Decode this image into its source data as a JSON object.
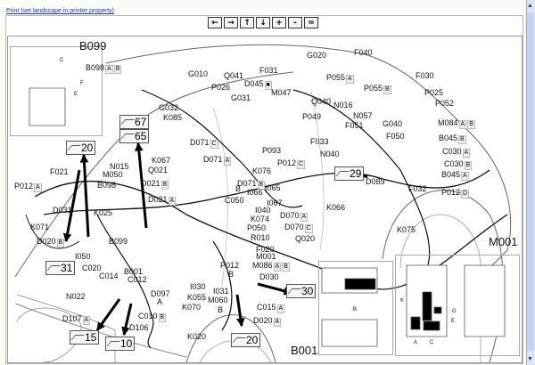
{
  "print_link": "Print (set landscape in printer property)",
  "toolbar": [
    {
      "name": "pan-left",
      "label": "←"
    },
    {
      "name": "pan-right",
      "label": "→"
    },
    {
      "name": "pan-up",
      "label": "↑"
    },
    {
      "name": "pan-down",
      "label": "↓"
    },
    {
      "name": "zoom-in",
      "label": "+"
    },
    {
      "name": "zoom-out",
      "label": "-"
    },
    {
      "name": "fit",
      "label": "="
    }
  ],
  "insets": {
    "b099": "B099",
    "b001": "B001",
    "m001": "M001",
    "b099_pins": [
      "C",
      "F",
      "E"
    ],
    "b001_pin": "B",
    "m001_pins": [
      "K",
      "G",
      "E",
      "A",
      "C"
    ]
  },
  "refs": [
    "67",
    "65",
    "20",
    "29",
    "31",
    "30",
    "15",
    "10",
    "20"
  ],
  "labels": [
    {
      "t": "B098",
      "s": [
        "A",
        "B"
      ]
    },
    {
      "t": "G010"
    },
    {
      "t": "Q041"
    },
    {
      "t": "F031"
    },
    {
      "t": "P026"
    },
    {
      "t": "D045",
      "s": [
        "■"
      ]
    },
    {
      "t": "G031"
    },
    {
      "t": "G032"
    },
    {
      "t": "K085"
    },
    {
      "t": "D071",
      "s": [
        "C"
      ]
    },
    {
      "t": "D071",
      "s": [
        "A"
      ]
    },
    {
      "t": "K067"
    },
    {
      "t": "N015"
    },
    {
      "t": "Q021"
    },
    {
      "t": "M050"
    },
    {
      "t": "F021"
    },
    {
      "t": "K076"
    },
    {
      "t": "P012",
      "s": [
        "A"
      ]
    },
    {
      "t": "B098"
    },
    {
      "t": "D021",
      "s": [
        "B"
      ]
    },
    {
      "t": "D071",
      "s": [
        "B"
      ]
    },
    {
      "t": "D021",
      "s": [
        "A"
      ]
    },
    {
      "t": "C050"
    },
    {
      "t": "I066"
    },
    {
      "t": "G020"
    },
    {
      "t": "F040"
    },
    {
      "t": "P055",
      "s": [
        "A"
      ]
    },
    {
      "t": "F030"
    },
    {
      "t": "P055",
      "s": [
        "B"
      ]
    },
    {
      "t": "P025"
    },
    {
      "t": "Q040"
    },
    {
      "t": "N016"
    },
    {
      "t": "P052"
    },
    {
      "t": "N057"
    },
    {
      "t": "P049"
    },
    {
      "t": "M047"
    },
    {
      "t": "G040"
    },
    {
      "t": "M084",
      "s": [
        "A",
        "B"
      ]
    },
    {
      "t": "F051"
    },
    {
      "t": "F050"
    },
    {
      "t": "B045",
      "s": [
        "B"
      ]
    },
    {
      "t": "F033"
    },
    {
      "t": "C030",
      "s": [
        "A"
      ]
    },
    {
      "t": "N040"
    },
    {
      "t": "P012",
      "s": [
        "C"
      ]
    },
    {
      "t": "C030",
      "s": [
        "B"
      ]
    },
    {
      "t": "D089"
    },
    {
      "t": "B045",
      "s": [
        "A"
      ]
    },
    {
      "t": "F032"
    },
    {
      "t": "P012",
      "s": [
        "D"
      ]
    },
    {
      "t": "P093"
    },
    {
      "t": "I065"
    },
    {
      "t": "I067"
    },
    {
      "t": "I040"
    },
    {
      "t": "K074"
    },
    {
      "t": "P050"
    },
    {
      "t": "D070",
      "s": [
        "A"
      ]
    },
    {
      "t": "D070",
      "s": [
        "C"
      ]
    },
    {
      "t": "K066"
    },
    {
      "t": "Q020"
    },
    {
      "t": "R010"
    },
    {
      "t": "F020"
    },
    {
      "t": "M001"
    },
    {
      "t": "M086",
      "s": [
        "A",
        "B"
      ]
    },
    {
      "t": "P012"
    },
    {
      "t": "D030"
    },
    {
      "t": "K075"
    },
    {
      "t": "D031"
    },
    {
      "t": "K025"
    },
    {
      "t": "K071"
    },
    {
      "t": "D020",
      "s": [
        "B"
      ]
    },
    {
      "t": "B099"
    },
    {
      "t": "I050"
    },
    {
      "t": "C020"
    },
    {
      "t": "C014"
    },
    {
      "t": "B001"
    },
    {
      "t": "C012"
    },
    {
      "t": "N022"
    },
    {
      "t": "D097"
    },
    {
      "t": "I030"
    },
    {
      "t": "K055"
    },
    {
      "t": "I031"
    },
    {
      "t": "M060"
    },
    {
      "t": "K070"
    },
    {
      "t": "C010",
      "s": [
        "B"
      ]
    },
    {
      "t": "D107",
      "s": [
        "A"
      ]
    },
    {
      "t": "D106"
    },
    {
      "t": "K020"
    },
    {
      "t": "D020",
      "s": [
        "A"
      ]
    },
    {
      "t": "C015",
      "s": [
        "A"
      ]
    },
    {
      "t": "B"
    },
    {
      "t": "B"
    },
    {
      "t": "A"
    },
    {
      "t": "B"
    }
  ],
  "colors": {
    "link": "#2233cc",
    "ink": "#111111",
    "scrollbar": "#dde6f7"
  }
}
